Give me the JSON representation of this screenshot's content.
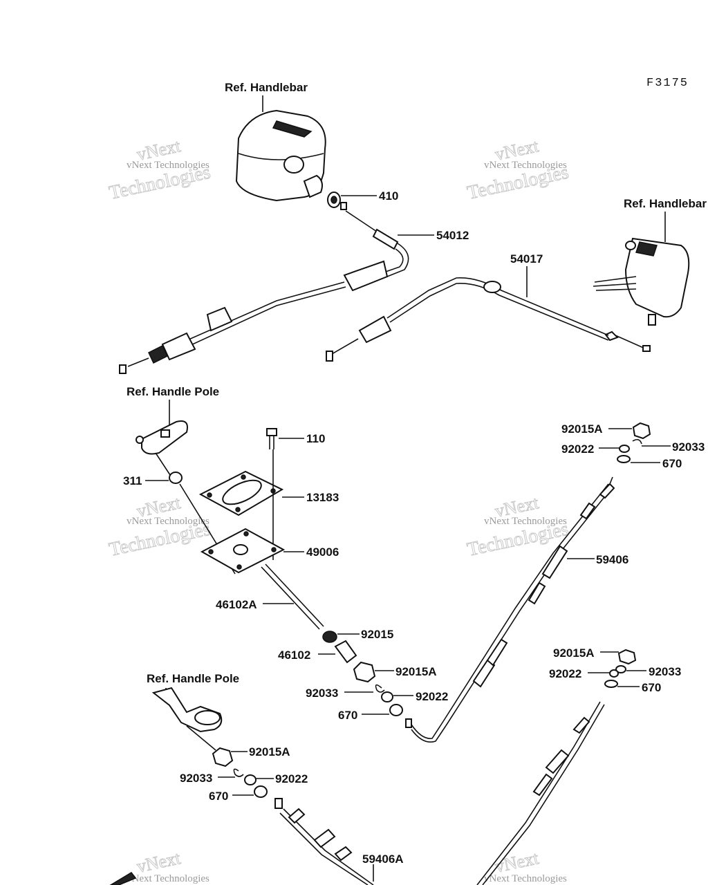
{
  "figure_code": "F3175",
  "watermark": {
    "line1": "vNext",
    "line2": "Technologies",
    "small": "vNext Technologies"
  },
  "labels": {
    "ref_handlebar_left": "Ref. Handlebar",
    "ref_handlebar_right": "Ref. Handlebar",
    "ref_handle_pole_top": "Ref. Handle Pole",
    "ref_handle_pole_bottom": "Ref. Handle Pole",
    "p410": "410",
    "p54012": "54012",
    "p54017": "54017",
    "p110": "110",
    "p311": "311",
    "p13183": "13183",
    "p49006": "49006",
    "p46102A": "46102A",
    "p92015": "92015",
    "p46102": "46102",
    "p92015A_mid": "92015A",
    "p92033_mid": "92033",
    "p92022_mid": "92022",
    "p670_mid": "670",
    "p92015A_tr": "92015A",
    "p92022_tr": "92022",
    "p92033_tr": "92033",
    "p670_tr": "670",
    "p59406": "59406",
    "p92015A_r2": "92015A",
    "p92022_r2": "92022",
    "p92033_r2": "92033",
    "p670_r2": "670",
    "p92015A_bl": "92015A",
    "p92033_bl": "92033",
    "p92022_bl": "92022",
    "p670_bl": "670",
    "p59406A": "59406A"
  }
}
